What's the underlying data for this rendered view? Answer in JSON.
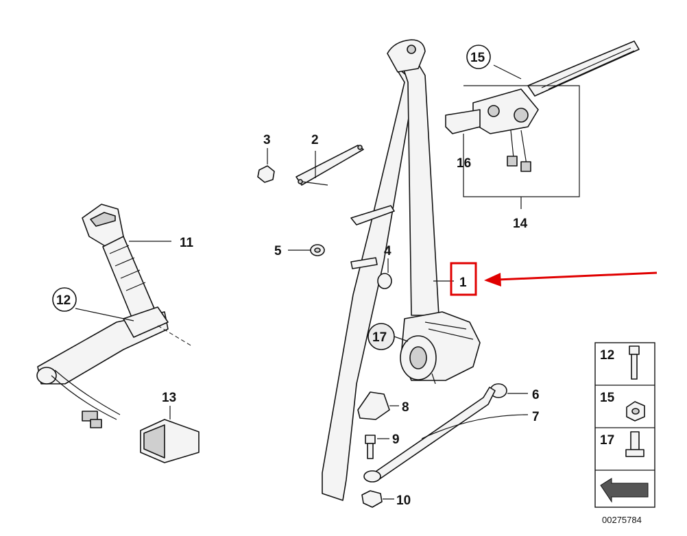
{
  "labels": {
    "p1": "1",
    "p2": "2",
    "p3": "3",
    "p4": "4",
    "p5": "5",
    "p6": "6",
    "p7": "7",
    "p8": "8",
    "p9": "9",
    "p10": "10",
    "p11": "11",
    "p12": "12",
    "p13": "13",
    "p14": "14",
    "p15": "15",
    "p16": "16",
    "p17": "17"
  },
  "legend": {
    "row1": "12",
    "row2": "15",
    "row3": "17"
  },
  "diagram_number": "00275784",
  "colors": {
    "highlight": "#e00000",
    "line": "#111111"
  }
}
